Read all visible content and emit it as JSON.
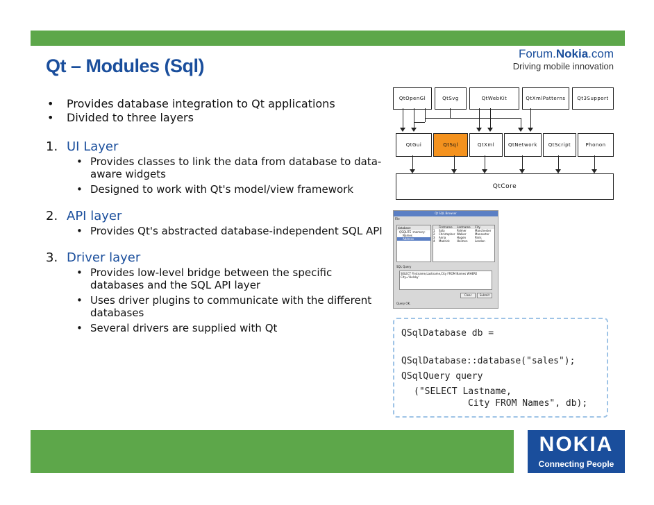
{
  "header": {
    "title": "Qt – Modules (Sql)",
    "forum_prefix": "Forum.",
    "forum_brand": "Nokia",
    "forum_suffix": ".com",
    "forum_tagline": "Driving mobile innovation"
  },
  "footer": {
    "brand": "NOKIA",
    "tagline": "Connecting People"
  },
  "intro_bullets": [
    "Provides database integration to Qt applications",
    "Divided to three layers"
  ],
  "layers": [
    {
      "number": "1.",
      "name": "UI Layer",
      "items": [
        "Provides classes to link the data from database to data-aware widgets",
        "Designed to work with Qt's model/view framework"
      ]
    },
    {
      "number": "2.",
      "name": "API layer",
      "items": [
        "Provides Qt's abstracted database-independent SQL API"
      ]
    },
    {
      "number": "3.",
      "name": "Driver layer",
      "items": [
        "Provides low-level bridge between the specific databases and the SQL API layer",
        "Uses driver plugins to communicate with the different databases",
        "Several drivers are supplied with Qt"
      ]
    }
  ],
  "diagram": {
    "top_row": [
      "QtOpenGl",
      "QtSvg",
      "QtWebKit",
      "QtXmlPatterns",
      "Qt3Support"
    ],
    "mid_row": [
      "QtGui",
      "QtSql",
      "QtXml",
      "QtNetwork",
      "QtScript",
      "Phonon"
    ],
    "core": "QtCore",
    "highlight": "QtSql",
    "highlight_color": "#f4921e"
  },
  "screenshot": {
    "window_title": "Qt SQL Browser",
    "menu": "File",
    "tree_header": "database",
    "tree_items": [
      "QSQLITE :memory:",
      "Names",
      "Address"
    ],
    "columns": [
      "Firstname",
      "Lastname",
      "City"
    ],
    "rows": [
      [
        "1",
        "Sala",
        "Palmer",
        "Manchester"
      ],
      [
        "2",
        "Christopher",
        "Walker",
        "Mansester"
      ],
      [
        "3",
        "Anna",
        "Hugen",
        "Paris"
      ],
      [
        "4",
        "Madrick",
        "Heimen",
        "London"
      ]
    ],
    "query_label": "SQL Query",
    "query_text": "SELECT Firstname,Lastname,City FROM Names WHERE City='Helsky'",
    "buttons": [
      "Clear",
      "Submit"
    ],
    "status": "Query OK."
  },
  "code": {
    "line1": "QSqlDatabase db =",
    "line2": "QSqlDatabase::database(\"sales\");",
    "line3": "QSqlQuery query",
    "line4": "(\"SELECT Lastname,",
    "line5": "City FROM Names\", db);"
  },
  "colors": {
    "brand_blue": "#1a4e9c",
    "green_bar": "#5da74a",
    "code_border": "#9ec3e6"
  }
}
